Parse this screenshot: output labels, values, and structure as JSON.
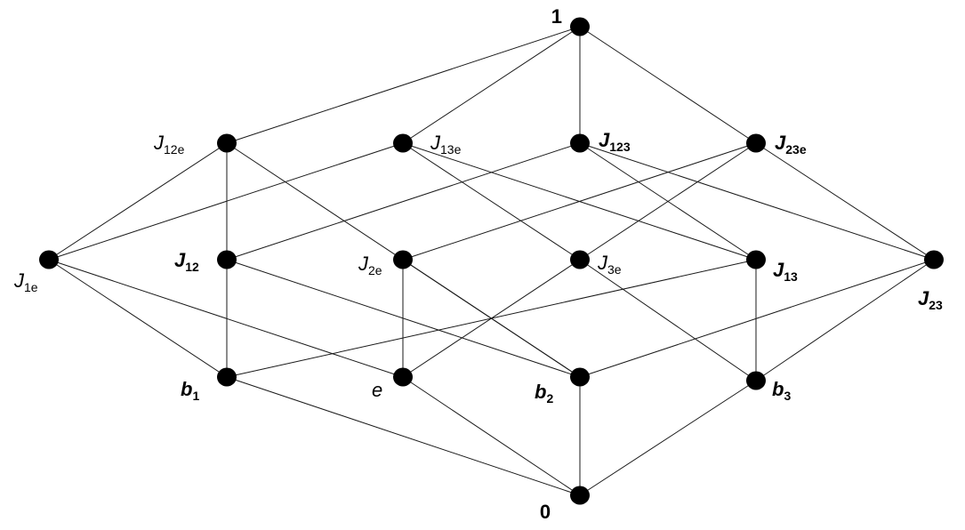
{
  "diagram": {
    "type": "lattice",
    "nodes": [
      {
        "id": "one",
        "main": "1",
        "sub": "",
        "bold": true,
        "italic": false
      },
      {
        "id": "J12e",
        "main": "J",
        "sub": "12e",
        "bold": false,
        "italic": true
      },
      {
        "id": "J13e",
        "main": "J",
        "sub": "13e",
        "bold": false,
        "italic": true
      },
      {
        "id": "J123",
        "main": "J",
        "sub": "123",
        "bold": true,
        "italic": true
      },
      {
        "id": "J23e",
        "main": "J",
        "sub": "23e",
        "bold": true,
        "italic": true
      },
      {
        "id": "J1e",
        "main": "J",
        "sub": "1e",
        "bold": false,
        "italic": true
      },
      {
        "id": "J12",
        "main": "J",
        "sub": "12",
        "bold": true,
        "italic": true
      },
      {
        "id": "J2e",
        "main": "J",
        "sub": "2e",
        "bold": false,
        "italic": true
      },
      {
        "id": "J3e",
        "main": "J",
        "sub": "3e",
        "bold": false,
        "italic": true
      },
      {
        "id": "J13",
        "main": "J",
        "sub": "13",
        "bold": true,
        "italic": true
      },
      {
        "id": "J23",
        "main": "J",
        "sub": "23",
        "bold": true,
        "italic": true
      },
      {
        "id": "b1",
        "main": "b",
        "sub": "1",
        "bold": true,
        "italic": true
      },
      {
        "id": "e",
        "main": "e",
        "sub": "",
        "bold": false,
        "italic": true
      },
      {
        "id": "b2",
        "main": "b",
        "sub": "2",
        "bold": true,
        "italic": true
      },
      {
        "id": "b3",
        "main": "b",
        "sub": "3",
        "bold": true,
        "italic": true
      },
      {
        "id": "zero",
        "main": "0",
        "sub": "",
        "bold": true,
        "italic": false
      }
    ],
    "edges": [
      [
        "one",
        "J12e"
      ],
      [
        "one",
        "J13e"
      ],
      [
        "one",
        "J123"
      ],
      [
        "one",
        "J23e"
      ],
      [
        "J12e",
        "J1e"
      ],
      [
        "J12e",
        "J12"
      ],
      [
        "J12e",
        "b2"
      ],
      [
        "J13e",
        "J1e"
      ],
      [
        "J13e",
        "J3e"
      ],
      [
        "J13e",
        "J13"
      ],
      [
        "J123",
        "J12"
      ],
      [
        "J123",
        "J13"
      ],
      [
        "J123",
        "J23"
      ],
      [
        "J23e",
        "J2e"
      ],
      [
        "J23e",
        "J3e"
      ],
      [
        "J23e",
        "J23"
      ],
      [
        "J1e",
        "b1"
      ],
      [
        "J1e",
        "e"
      ],
      [
        "J12",
        "b1"
      ],
      [
        "J12",
        "b2"
      ],
      [
        "J2e",
        "e"
      ],
      [
        "J2e",
        "b2"
      ],
      [
        "J3e",
        "e"
      ],
      [
        "J3e",
        "b3"
      ],
      [
        "J13",
        "b1"
      ],
      [
        "J13",
        "b3"
      ],
      [
        "J23",
        "b2"
      ],
      [
        "J23",
        "b3"
      ],
      [
        "b1",
        "zero"
      ],
      [
        "e",
        "zero"
      ],
      [
        "b2",
        "zero"
      ],
      [
        "b3",
        "zero"
      ]
    ]
  }
}
